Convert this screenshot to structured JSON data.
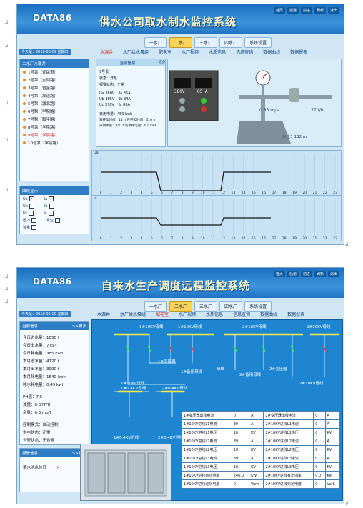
{
  "marks": [
    "↲",
    "↲",
    "↲",
    "↲",
    "↲",
    "↲",
    "↲",
    "↲",
    "↲",
    "↲",
    "↲"
  ],
  "s1": {
    "logo": "DATA86",
    "title": "供水公司取水制水监控系统",
    "toplinks": [
      "首页",
      "后退",
      "前进",
      "刷新",
      "退出"
    ],
    "tabs": [
      "一水厂",
      "二水厂",
      "三水厂",
      "四水厂",
      "系统设置"
    ],
    "date": "今天是：2010-05-09 星期日",
    "menu": [
      "水源井",
      "水厂给水泵组",
      "配电室",
      "水厂视频",
      "水质信息",
      "信息查询",
      "数据曲线",
      "数据报表"
    ],
    "pump_panel_title": "二水厂水雕井",
    "pumps": [
      "1号泵（爱民道）",
      "2号泵（支河路）",
      "3号泵（包金路）",
      "4号泵（友谊路）",
      "5号泵（城北路）",
      "6号泵（学院路）",
      "7号泵（和平路）",
      "8号泵（学院路）",
      "9号泵（学院路）",
      "10号泵（学院路）"
    ],
    "curve_panel_title": "曲线显示",
    "curve_options": [
      [
        "Ua",
        "Ia"
      ],
      [
        "Ub",
        "Ib"
      ],
      [
        "Uc",
        "Ic"
      ],
      [
        "压力",
        "水位"
      ],
      [
        "流量",
        ""
      ]
    ],
    "current_title": "当前信息",
    "more": "更多",
    "info": {
      "name": "9号泵",
      "state": "状态：开泵",
      "alarm": "报警状态：正常",
      "ua_k": "Ua",
      "ua_v": "380V",
      "ia_k": "Ia",
      "ia_v": "85A",
      "ub_k": "Ub",
      "ub_v": "385V",
      "ib_k": "Ib",
      "ib_v": "84A",
      "uc_k": "Uc",
      "uc_v": "378V",
      "ic_k": "Ic",
      "ic_v": "86A",
      "daily_power": "日用电量：450 kwh",
      "runtime": "日开泵时间：11 h    月开泵时间：510 h",
      "daily_water": "日供水量：850 t    吨水耗电量：0.5 kwh"
    },
    "volt_display": "380V",
    "amp_display": "85 A",
    "pressure": "0.35 mpa",
    "flow": "77 t/h",
    "level": "水位：132 m",
    "chart_axis_label": "Ua",
    "chart_axis_label2": "Ia"
  },
  "s2": {
    "logo": "DATA86",
    "title": "自来水生产调度远程监控系统",
    "toplinks": [
      "首页",
      "后退",
      "前进",
      "刷新",
      "退出"
    ],
    "tabs": [
      "一水厂",
      "二水厂",
      "三水厂",
      "四水厂",
      "系统设置"
    ],
    "date": "今天是：2010-05-09 星期日",
    "menu": [
      "水源井",
      "水厂给水泵组",
      "配电室",
      "水厂视频",
      "水质信息",
      "信息查询",
      "数据曲线",
      "数据报表"
    ],
    "info_title": "当前信息",
    "info_more": ">>更多",
    "stats": [
      "今日进水量：1050 t",
      "今日出水量：775 t",
      "今日耗电量：385 kwh",
      "本月进水量：4120 t",
      "本月出水量：3990 t",
      "本月耗电量：1540 kwh",
      "吨水耗电量：0.49 kwh"
    ],
    "quality": [
      "PH值：7.5",
      "浊度：0.8 NTU",
      "余氯：0.3 mg/l"
    ],
    "control": [
      "控制模式：自动控制",
      "供电状态：正常",
      "告警状态：无告警"
    ],
    "alarm_title": "报警信息",
    "alarm_more": ">>更多",
    "alarm_item": "蓄水池水位低",
    "diagram_labels": {
      "bus1": "1#10KV母线",
      "bus1b": "1#10KV母线",
      "bus2": "2#10KV母线",
      "bus2b": "2#10KV母线",
      "tr1": "1#变压器",
      "tr2": "2#变压器",
      "spare1": "1#备用母线",
      "tie": "母联",
      "spare2": "2#备用母线",
      "in1": "1#10KV进线",
      "in2": "2#10KV进线",
      "lv1": "1#0.4KV母线",
      "lv2": "2#0.4KV母线",
      "lvin1": "1#0.4KV进线",
      "lvin2": "2#0.4KV进线"
    },
    "table": [
      [
        "1#变压器出线电流",
        "0",
        "A",
        "2#变压器出线电流",
        "0",
        "A"
      ],
      [
        "1#10KV进线L1电流",
        "39",
        "A",
        "2#10KV进线L1电流",
        "0",
        "A"
      ],
      [
        "1#10KV进线L1电压",
        "10",
        "KV",
        "2#10KV进线L1电压",
        "0",
        "KV"
      ],
      [
        "1#10KV进线L2电流",
        "39",
        "A",
        "2#10KV进线L2电流",
        "0",
        "A"
      ],
      [
        "1#10KV进线L2电压",
        "10",
        "KV",
        "2#10KV进线L2电压",
        "0",
        "KV"
      ],
      [
        "1#10KV进线L3电流",
        "39",
        "A",
        "2#10KV进线L3电流",
        "0",
        "A"
      ],
      [
        "1#10KV进线L3电压",
        "10",
        "KV",
        "2#10KV进线L3电压",
        "0",
        "KV"
      ],
      [
        "1#10KV进线有功功率",
        "246.0",
        "KW",
        "2#10KV进线有功功率",
        "0.0",
        "KW"
      ],
      [
        "1#10KV进线无功电度",
        "0",
        "Varh",
        "2#10KV进线无功电度",
        "0",
        "Varh"
      ]
    ]
  },
  "chart_data": {
    "type": "line",
    "x": [
      0,
      1,
      2,
      3,
      4,
      5,
      6,
      7,
      8,
      9,
      10,
      11,
      12,
      13,
      14,
      15,
      16,
      17,
      18,
      19,
      20,
      21,
      22,
      23
    ],
    "xlim": [
      0,
      23
    ]
  },
  "colors": {
    "accent": "#2e7dc4",
    "selected": "#d12a2a",
    "highlight_tab": "#fbd35a"
  }
}
